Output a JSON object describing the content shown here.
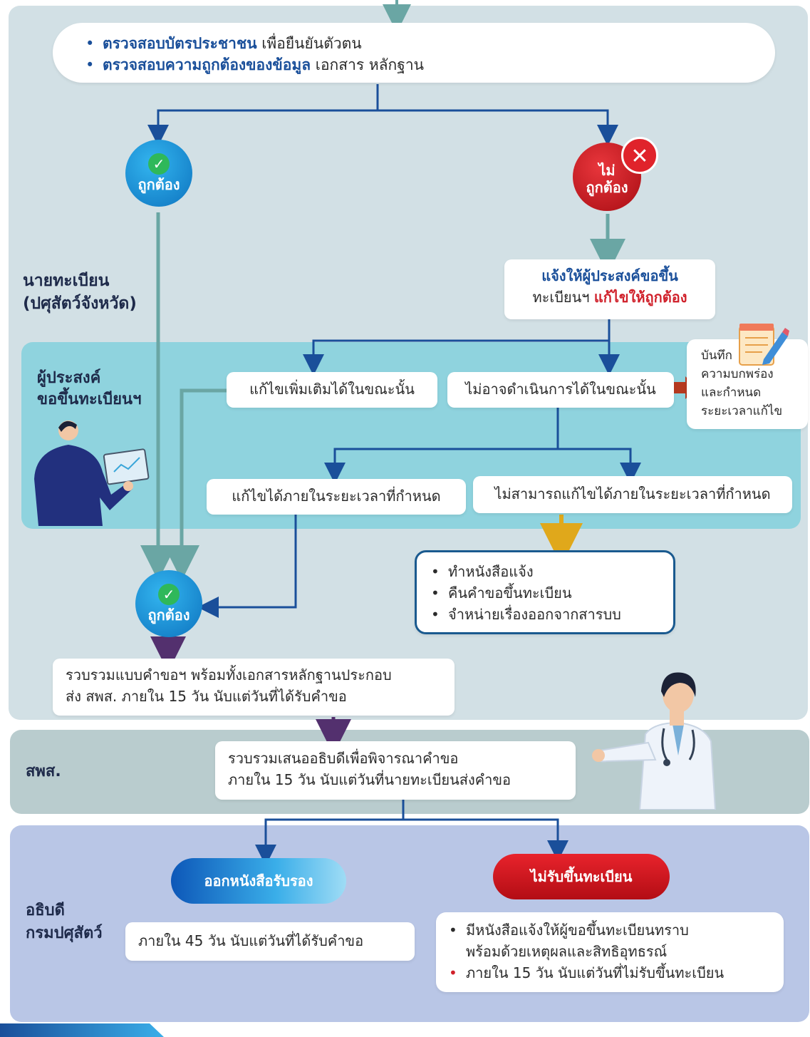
{
  "top_box": {
    "line1_bold": "ตรวจสอบบัตรประชาชน",
    "line1_rest": " เพื่อยืนยันตัวตน",
    "line2_bold": "ตรวจสอบความถูกต้องของข้อมูล",
    "line2_rest": " เอกสาร หลักฐาน"
  },
  "correct_label": "ถูกต้อง",
  "incorrect_label_top": "ไม่",
  "incorrect_label_bottom": "ถูกต้อง",
  "registrar_label": "นายทะเบียน\n(ปศุสัตว์จังหวัด)",
  "notify_box": {
    "line1_prefix": "แจ้ง",
    "line1_bold": "ให้ผู้ประสงค์",
    "line1_rest": "ขอขึ้น",
    "line2_prefix": "ทะเบียนฯ ",
    "line2_red": "แก้ไขให้ถูกต้อง"
  },
  "applicant_label": "ผู้ประสงค์\nขอขึ้นทะเบียนฯ",
  "fix_now": "แก้ไขเพิ่มเติมได้ในขณะนั้น",
  "cannot_now": "ไม่อาจดำเนินการได้ในขณะนั้น",
  "record_note": "บันทึก\nความบกพร่อง\nและกำหนด\nระยะเวลาแก้ไข",
  "fix_in_time": "แก้ไขได้ภายในระยะเวลาที่กำหนด",
  "cannot_fix_in_time": "ไม่สามารถแก้ไขได้ภายในระยะเวลาที่กำหนด",
  "reject_actions": [
    "ทำหนังสือแจ้ง",
    "คืนคำขอขึ้นทะเบียน",
    "จำหน่ายเรื่องออกจากสารบบ"
  ],
  "collect_box": {
    "line1": "รวบรวมแบบคำขอฯ พร้อมทั้งเอกสารหลักฐานประกอบ",
    "line2": "ส่ง สพส. ภายใน 15 วัน นับแต่วันที่ได้รับคำขอ"
  },
  "sps_label": "สพส.",
  "sps_box": {
    "line1": "รวบรวมเสนออธิบดีเพื่อพิจารณาคำขอ",
    "line2": "ภายใน 15 วัน นับแต่วันที่นายทะเบียนส่งคำขอ"
  },
  "director_label": "อธิบดี\nกรมปศุสัตว์",
  "approve_pill": "ออกหนังสือรับรอง",
  "reject_pill": "ไม่รับขึ้นทะเบียน",
  "approve_time": "ภายใน 45 วัน นับแต่วันที่ได้รับคำขอ",
  "reject_notes": [
    "มีหนังสือแจ้งให้ผู้ขอขึ้นทะเบียนทราบ\nพร้อมด้วยเหตุผลและสิทธิอุทธรณ์",
    "ภายใน 15 วัน นับแต่วันที่ไม่รับขึ้นทะเบียน"
  ],
  "icons": {
    "check": "check-icon",
    "cross": "cross-icon",
    "applicant": "person-with-tablet-icon",
    "doctor": "doctor-icon",
    "notepad": "notepad-icon"
  },
  "colors": {
    "panel_top": "#d2e0e5",
    "panel_applicant": "#8fd3de",
    "panel_sps": "#b9ccce",
    "panel_director": "#b9c6e6",
    "blue_line": "#1a4f9a",
    "teal_line": "#6aa6a4",
    "correct_circle": "#1a8fd6",
    "incorrect_circle": "#c8141c",
    "purple_arrow": "#53306e",
    "orange_arrow": "#e0a81b",
    "red_arrow": "#b5391f"
  }
}
